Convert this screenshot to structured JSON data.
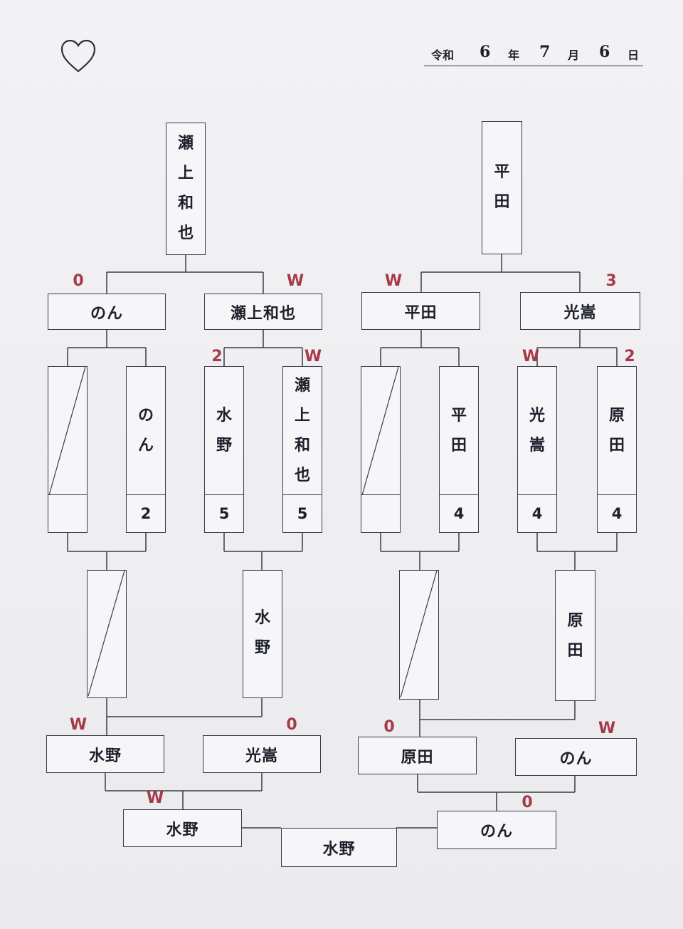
{
  "date": {
    "era": "令和",
    "year": "6",
    "year_unit": "年",
    "month": "7",
    "month_unit": "月",
    "day": "6",
    "day_unit": "日"
  },
  "decorations": {
    "heart_icon": "heart-outline-icon"
  },
  "bracket_left": {
    "champion": [
      "瀬",
      "上",
      "和",
      "也"
    ],
    "finalists": [
      {
        "name": "のん",
        "result": "0"
      },
      {
        "name": "瀬上和也",
        "result": "W"
      }
    ],
    "semis": [
      {
        "name": [],
        "score": ""
      },
      {
        "name": [
          "の",
          "ん"
        ],
        "score": "2"
      },
      {
        "name": [
          "水",
          "野"
        ],
        "score": "5",
        "result": "2"
      },
      {
        "name": [
          "瀬",
          "上",
          "和",
          "也"
        ],
        "score": "5",
        "result": "W"
      }
    ],
    "losers_semis": [
      {
        "name": []
      },
      {
        "name": [
          "水",
          "野"
        ]
      }
    ],
    "losers_final": [
      {
        "name": "水野",
        "result": "W"
      },
      {
        "name": "光嵩",
        "result": "0"
      }
    ],
    "losers_champion": {
      "name": "水野",
      "result": "W"
    }
  },
  "bracket_right": {
    "champion": [
      "平",
      "田"
    ],
    "finalists": [
      {
        "name": "平田",
        "result": "W"
      },
      {
        "name": "光嵩",
        "result": "3"
      }
    ],
    "semis": [
      {
        "name": [],
        "score": ""
      },
      {
        "name": [
          "平",
          "田"
        ],
        "score": "4"
      },
      {
        "name": [
          "光",
          "嵩"
        ],
        "score": "4",
        "result": "W"
      },
      {
        "name": [
          "原",
          "田"
        ],
        "score": "4",
        "result": "2"
      }
    ],
    "losers_semis": [
      {
        "name": []
      },
      {
        "name": [
          "原",
          "田"
        ]
      }
    ],
    "losers_final": [
      {
        "name": "原田",
        "result": "0"
      },
      {
        "name": "のん",
        "result": "W"
      }
    ],
    "losers_champion": {
      "name": "のん",
      "result": "0"
    }
  },
  "overall_winner": "水野"
}
